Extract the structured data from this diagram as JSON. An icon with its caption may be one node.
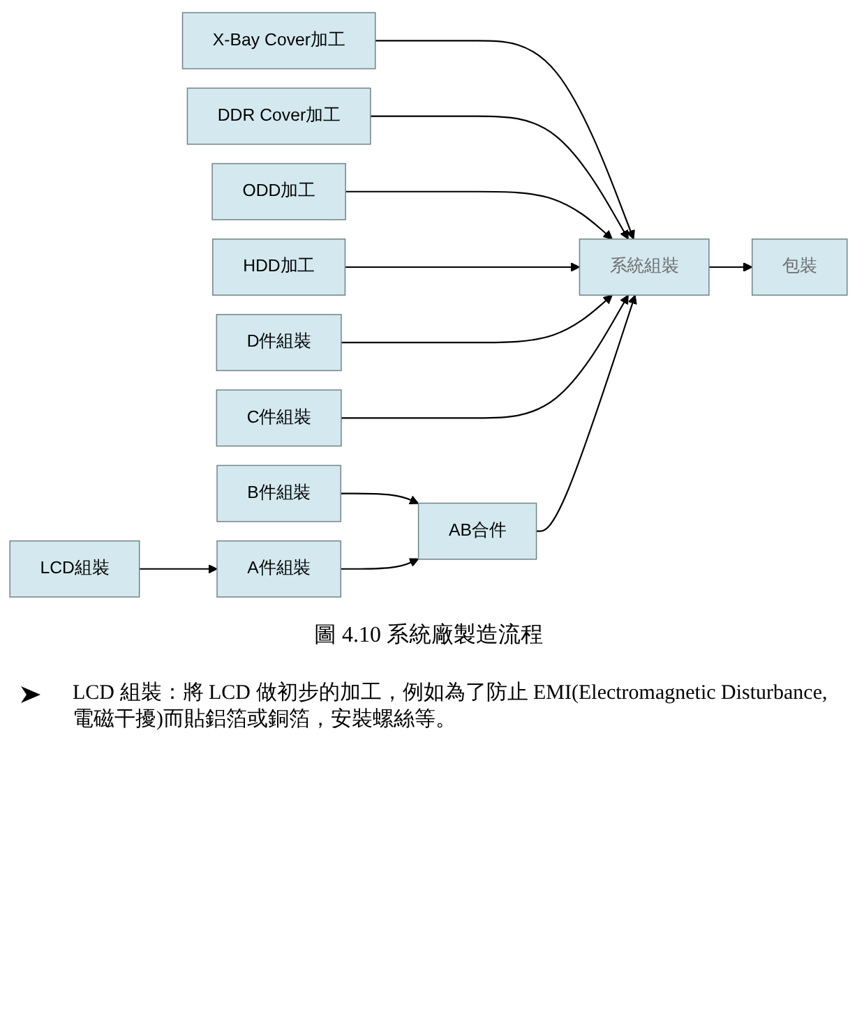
{
  "diagram": {
    "caption": "圖 4.10 系統廠製造流程",
    "nodes": [
      {
        "text": [
          "X-Bay Cover加工"
        ]
      },
      {
        "text": [
          "DDR Cover加工"
        ]
      },
      {
        "text": [
          "ODD加工"
        ]
      },
      {
        "text": [
          "HDD加工"
        ]
      },
      {
        "text": [
          "D件組裝"
        ]
      },
      {
        "text": [
          "C件組裝"
        ]
      },
      {
        "text": [
          "B件組裝"
        ]
      },
      {
        "text": [
          "LCD組裝"
        ]
      },
      {
        "text": [
          "A件組裝"
        ]
      },
      {
        "text": [
          "AB合件"
        ]
      },
      {
        "text": [
          "系統組裝"
        ]
      },
      {
        "text": [
          "包裝"
        ]
      }
    ],
    "edges": [
      {
        "from": 0,
        "to": 10,
        "arrow": "to"
      },
      {
        "from": 1,
        "to": 10,
        "arrow": "to"
      },
      {
        "from": 2,
        "to": 10,
        "arrow": "to"
      },
      {
        "from": 3,
        "to": 10,
        "arrow": "to"
      },
      {
        "from": 4,
        "to": 10,
        "arrow": "to"
      },
      {
        "from": 5,
        "to": 10,
        "arrow": "to"
      },
      {
        "from": 6,
        "to": 9,
        "arrow": "to"
      },
      {
        "from": 7,
        "to": 8,
        "arrow": "to"
      },
      {
        "from": 8,
        "to": 9,
        "arrow": "to"
      },
      {
        "from": 9,
        "to": 10,
        "arrow": "to"
      },
      {
        "from": 10,
        "to": 11,
        "arrow": "to"
      }
    ],
    "labels": [
      "LCD 組裝：將 LCD 做初步的加工，例如為了防止 EMI(Electromagnetic Disturbance, 電磁干擾)而貼鋁箔或銅箔，安裝螺絲等。"
    ]
  }
}
